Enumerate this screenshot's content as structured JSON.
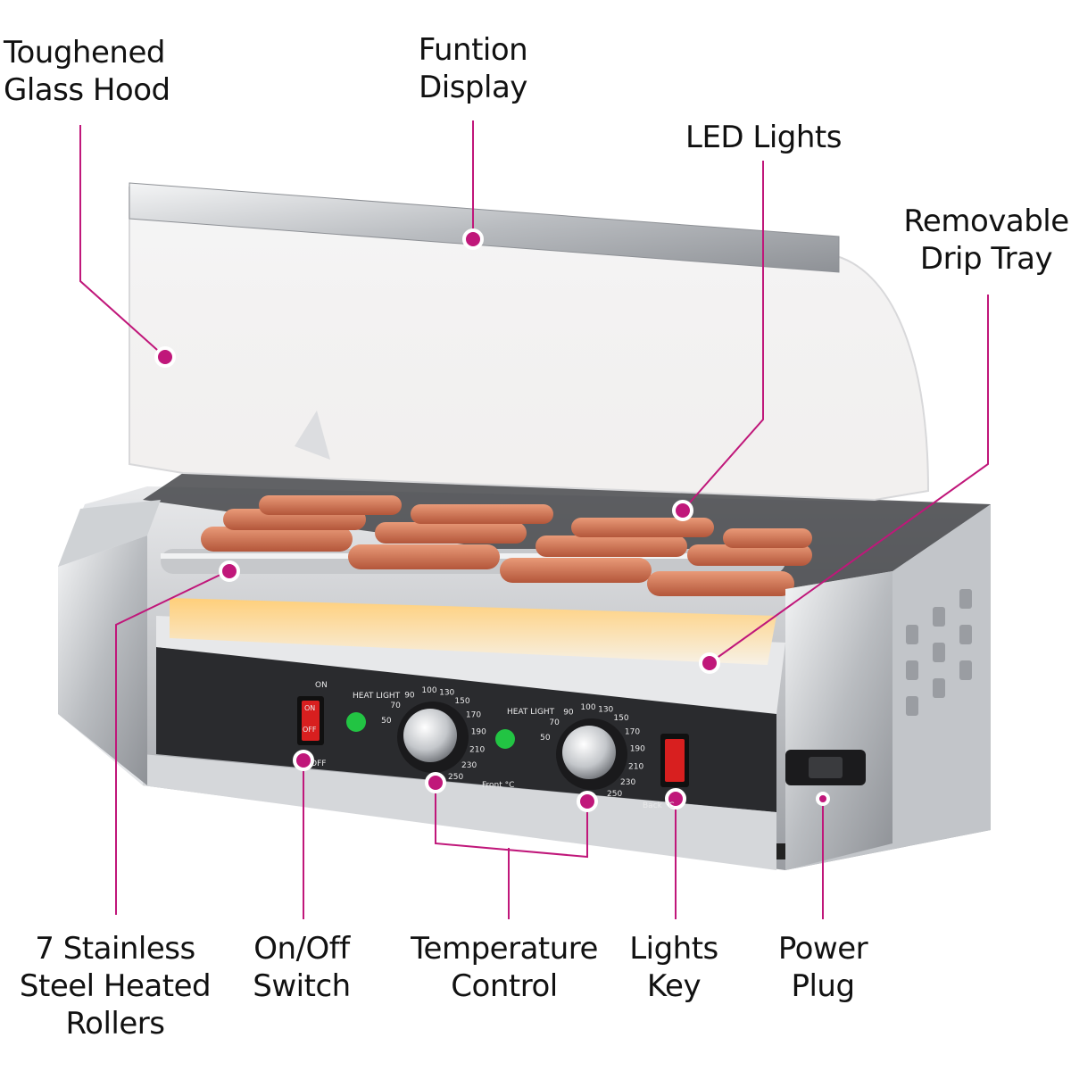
{
  "callouts": {
    "hood": [
      "Toughened",
      "Glass Hood"
    ],
    "display": [
      "Funtion",
      "Display"
    ],
    "led": [
      "LED Lights"
    ],
    "drip": [
      "Removable",
      "Drip Tray"
    ],
    "rollers": [
      "7 Stainless",
      "Steel Heated",
      "Rollers"
    ],
    "switch": [
      "On/Off",
      "Switch"
    ],
    "temp": [
      "Temperature",
      "Control"
    ],
    "lights": [
      "Lights",
      "Key"
    ],
    "plug": [
      "Power",
      "Plug"
    ]
  },
  "panel": {
    "on_label": "ON",
    "heat_light_left": "HEAT LIGHT",
    "heat_light_right": "HEAT LIGHT",
    "rocker_on": "ON",
    "rocker_off": "OFF",
    "front_label": "Front °C",
    "back_label": "Back °C",
    "off_text": "OFF",
    "dial_scale": [
      "50",
      "70",
      "90",
      "100",
      "130",
      "150",
      "170",
      "190",
      "210",
      "230",
      "250"
    ]
  },
  "colors": {
    "accent": "#c0177a",
    "steel": "#c9ccd0",
    "panel": "#2a2b2e",
    "led": "#22c443",
    "switch": "#d81f1f"
  }
}
